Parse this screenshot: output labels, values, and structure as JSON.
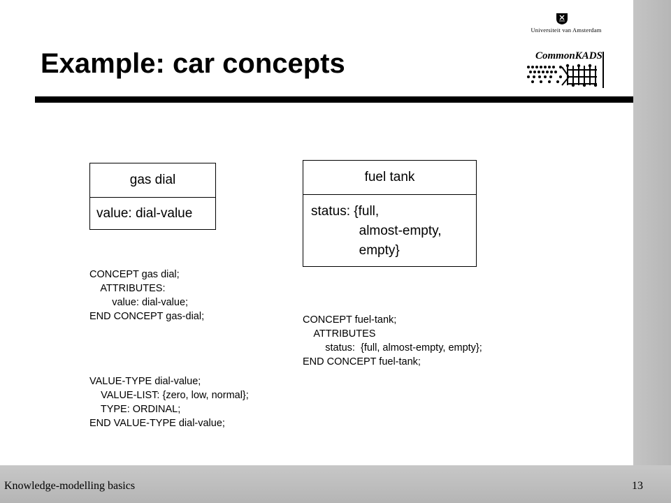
{
  "slide": {
    "title": "Example: car concepts",
    "logos": {
      "university": "Universiteit van Amsterdam",
      "commonkads": "CommonKADS"
    },
    "gas_dial_box": {
      "header": "gas dial",
      "attribute": "value: dial-value"
    },
    "fuel_tank_box": {
      "header": "fuel tank",
      "attribute": "status: {full,\n             almost-empty,\n             empty}"
    },
    "code_blocks": {
      "gas_dial_concept": "CONCEPT gas dial;\n    ATTRIBUTES:\n        value: dial-value;\nEND CONCEPT gas-dial;",
      "dial_value_type": "VALUE-TYPE dial-value;\n    VALUE-LIST: {zero, low, normal};\n    TYPE: ORDINAL;\nEND VALUE-TYPE dial-value;",
      "fuel_tank_concept": "CONCEPT fuel-tank;\n    ATTRIBUTES\n        status:  {full, almost-empty, empty};\nEND CONCEPT fuel-tank;"
    },
    "footer": {
      "course": "Knowledge-modelling basics",
      "page_number": "13"
    }
  }
}
